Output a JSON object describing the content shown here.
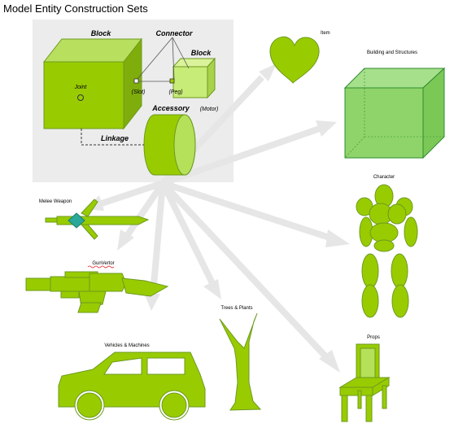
{
  "title": "Model Entity Construction Sets",
  "core": {
    "block_big": "Block",
    "connector": "Connector",
    "block_small": "Block",
    "joint": "Joint",
    "slot": "(Slot)",
    "peg": "(Peg)",
    "accessory": "Accessory",
    "motor": "(Motor)",
    "linkage": "Linkage"
  },
  "categories": {
    "item": "Item",
    "building": "Building  and  Structures",
    "character": "Character",
    "melee": "Melee Weapon",
    "gunvector": "GunVertor",
    "trees": "Trees  &  Plants",
    "vehicles": "Vehicles  &  Machines",
    "props": "Props"
  },
  "colors": {
    "green_light": "#b5e05a",
    "green_mid": "#99cc00",
    "green_dark": "#6c9a1f",
    "panel": "#ececec",
    "arrow": "#e7e7e7",
    "diamond": "#2aa89a"
  }
}
